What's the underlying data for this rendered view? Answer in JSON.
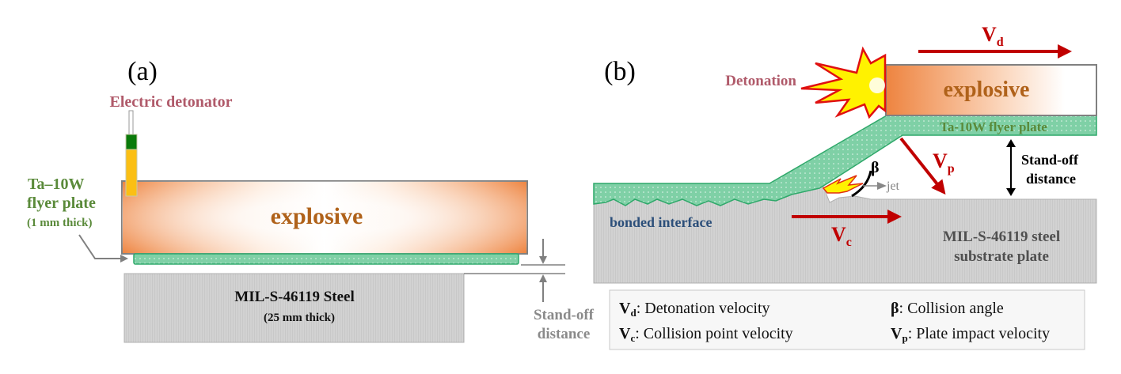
{
  "panel_a": {
    "label": "(a)",
    "detonator_label": "Electric detonator",
    "explosive_label": "explosive",
    "flyer_label_line1": "Ta–10W",
    "flyer_label_line2": "flyer plate",
    "flyer_label_line3": "(1 mm thick)",
    "steel_label": "MIL-S-46119 Steel",
    "steel_thickness": "(25 mm thick)",
    "standoff_line1": "Stand-off",
    "standoff_line2": "distance"
  },
  "panel_b": {
    "label": "(b)",
    "detonation_label": "Detonation",
    "explosive_label": "explosive",
    "flyer_label": "Ta-10W flyer plate",
    "vd_main": "V",
    "vd_sub": "d",
    "vp_main": "V",
    "vp_sub": "p",
    "vc_main": "V",
    "vc_sub": "c",
    "beta_label": "β",
    "jet_label": "jet",
    "standoff_line1": "Stand-off",
    "standoff_line2": "distance",
    "bonded_label": "bonded interface",
    "substrate_line1": "MIL-S-46119 steel",
    "substrate_line2": "substrate plate"
  },
  "legend": {
    "items": [
      {
        "symbol": "V",
        "sub": "d",
        "text": ": Detonation velocity"
      },
      {
        "symbol": "β",
        "sub": "",
        "text": ": Collision angle"
      },
      {
        "symbol": "V",
        "sub": "c",
        "text": ": Collision point velocity"
      },
      {
        "symbol": "V",
        "sub": "p",
        "text": ": Plate impact velocity"
      }
    ]
  },
  "colors": {
    "explosive_orange": "#ee8844",
    "flyer_green": "#7fd0a6",
    "flyer_border": "#2fa86a",
    "steel_gray": "#d0d0d0",
    "detonator_label": "#b05a6a",
    "flyer_label": "#5a8a3a",
    "explosive_text": "#b0621a",
    "velocity_red": "#c00000",
    "bonded_blue": "#2c4f7a"
  }
}
